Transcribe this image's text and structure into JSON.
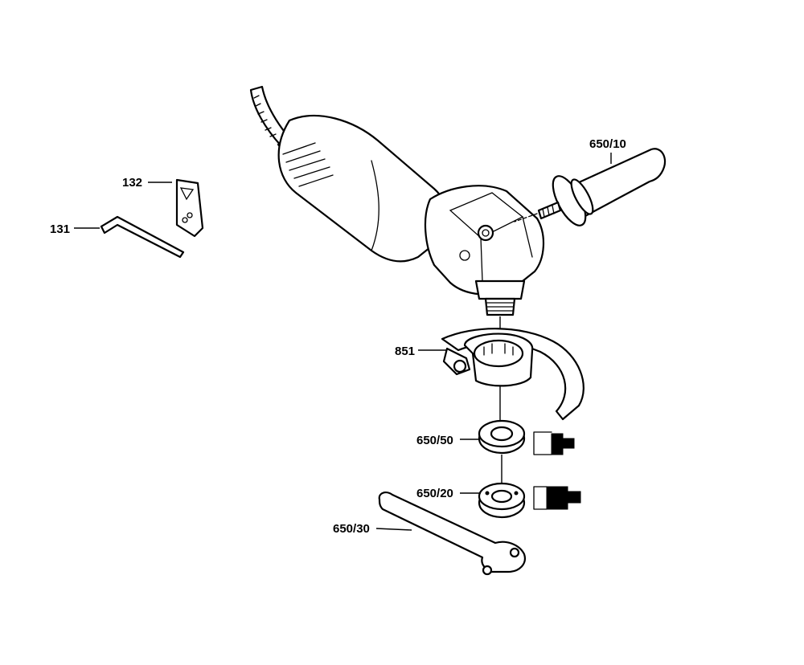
{
  "diagram": {
    "labels": {
      "handle": "650/10",
      "bracket": "132",
      "hex_key": "131",
      "guard": "851",
      "flange": "650/50",
      "lock_nut": "650/20",
      "spanner": "650/30"
    }
  }
}
